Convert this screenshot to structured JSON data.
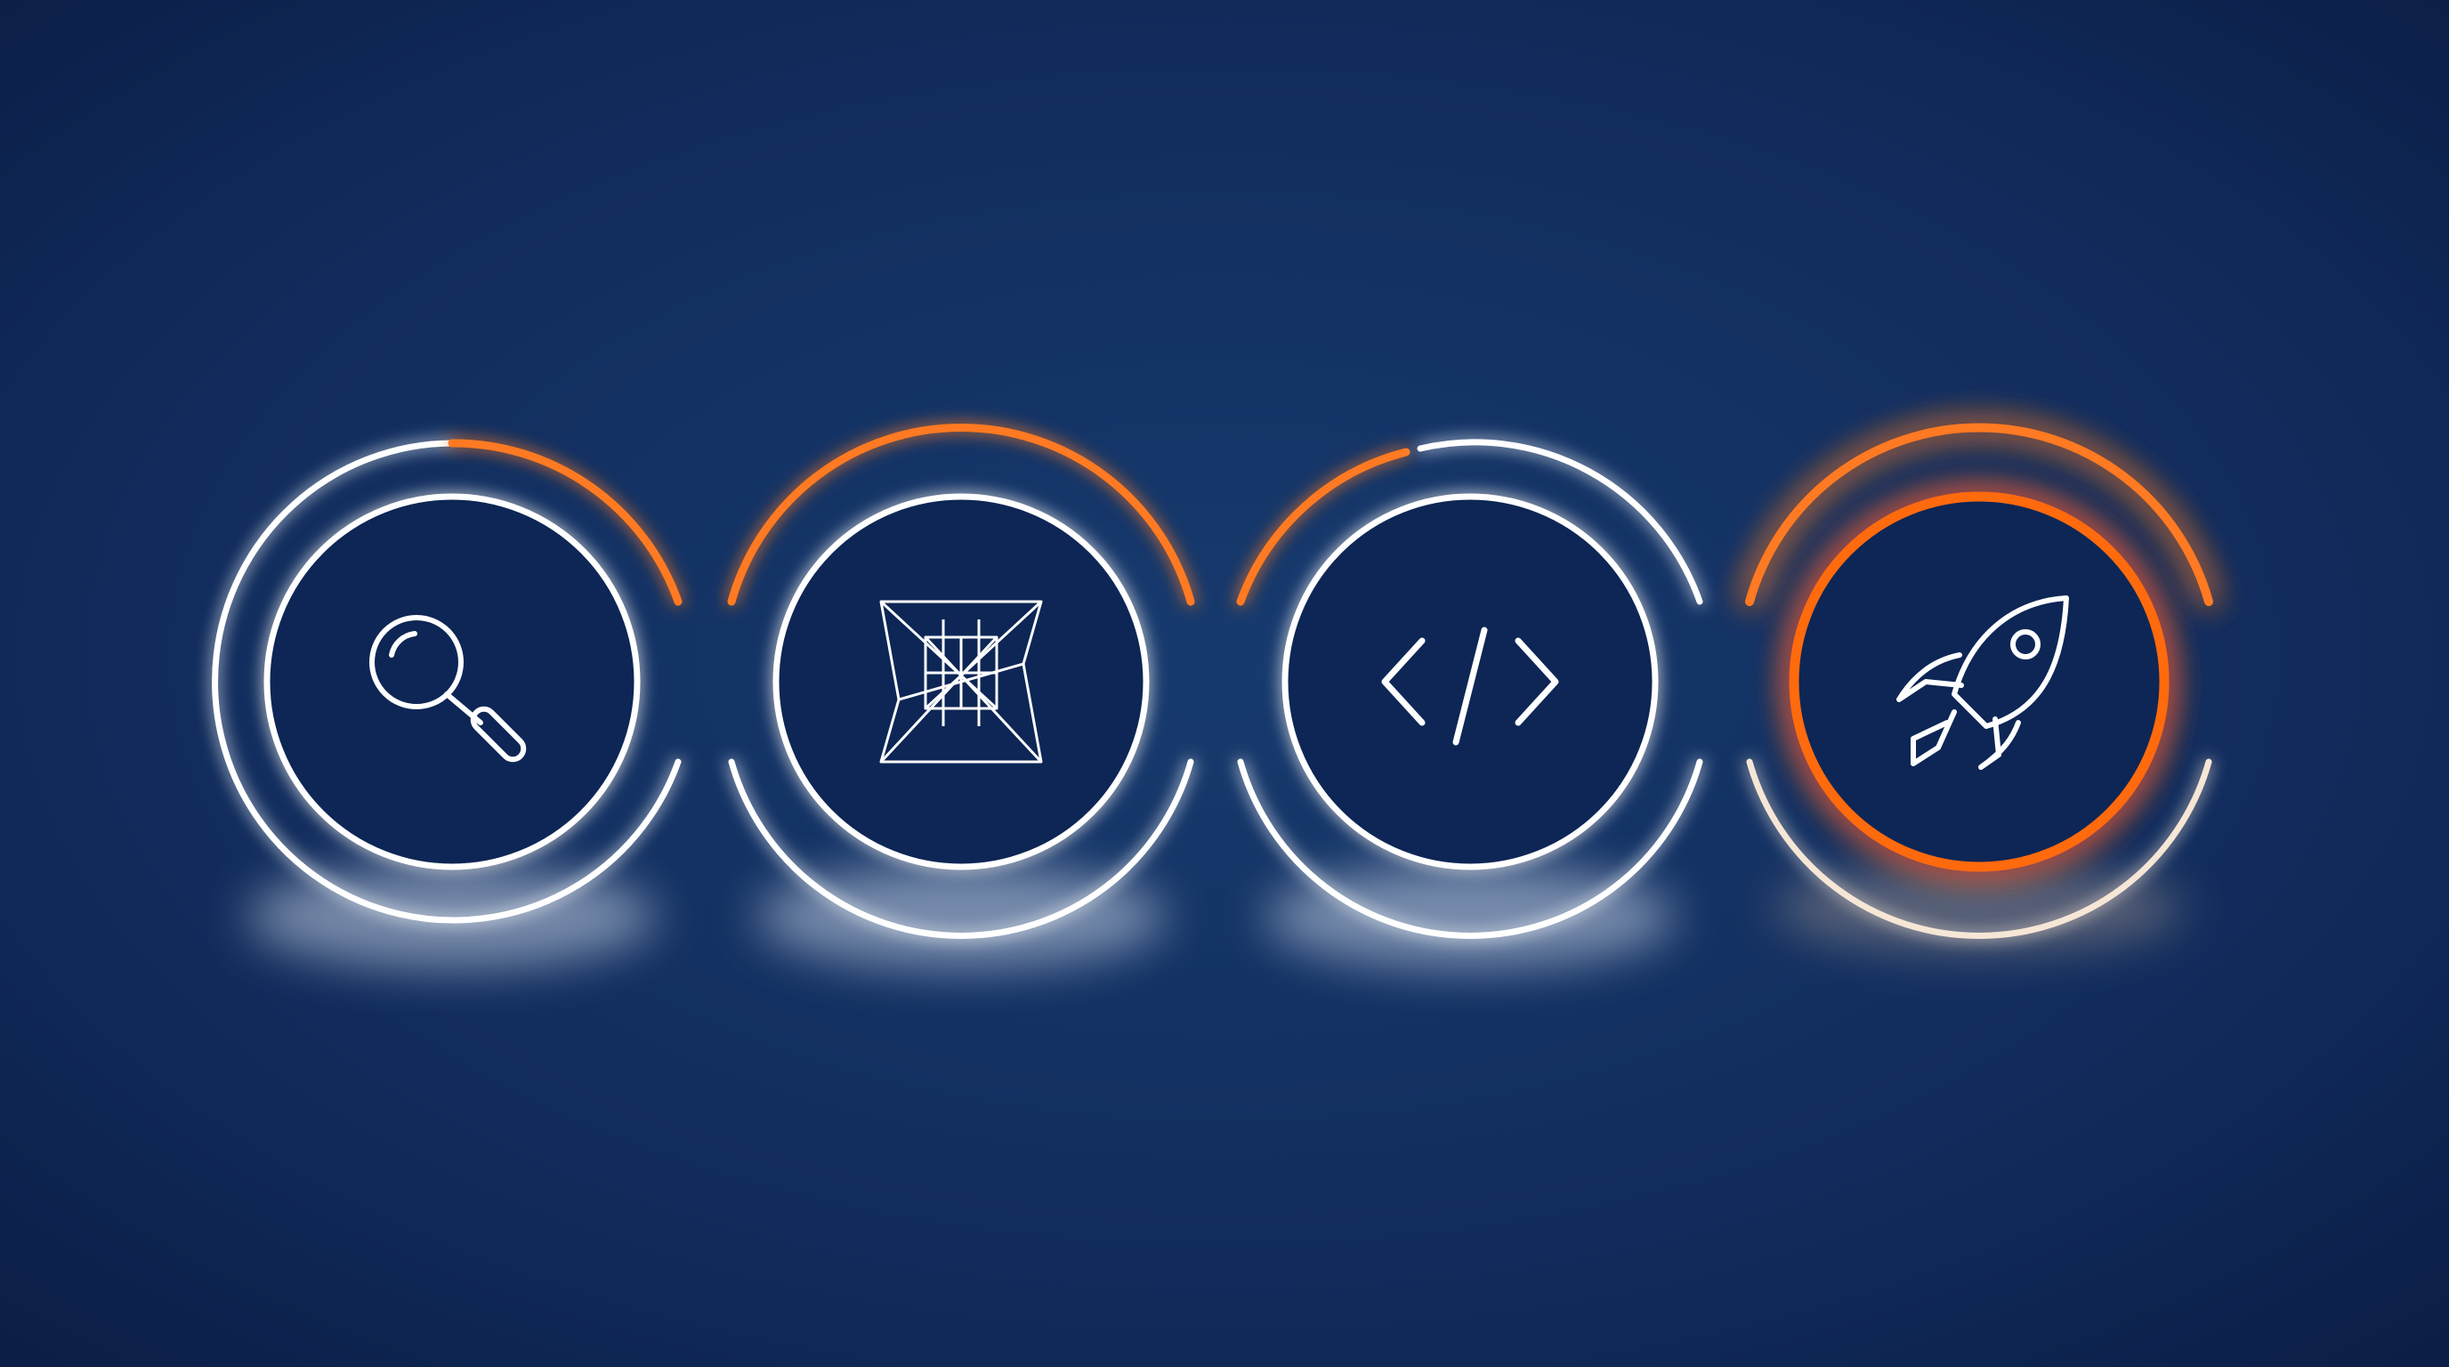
{
  "diagram": {
    "type": "process-flow",
    "direction": "left-to-right",
    "colors": {
      "background_center": "#163768",
      "background_edge": "#0a1c44",
      "line": "#ffffff",
      "accent": "#ff7a22",
      "accent_bright": "#ff6a10",
      "node_fill": "#0f2654"
    },
    "steps": [
      {
        "id": "research",
        "icon": "magnifying-glass-icon",
        "highlighted": false
      },
      {
        "id": "design",
        "icon": "wireframe-geometry-icon",
        "highlighted": false
      },
      {
        "id": "develop",
        "icon": "code-brackets-icon",
        "highlighted": false
      },
      {
        "id": "launch",
        "icon": "rocket-icon",
        "highlighted": true
      }
    ],
    "connectors": [
      {
        "from": "research",
        "to": "design"
      },
      {
        "from": "design",
        "to": "develop"
      },
      {
        "from": "develop",
        "to": "launch"
      },
      {
        "from": "launch",
        "to": "next"
      }
    ]
  }
}
